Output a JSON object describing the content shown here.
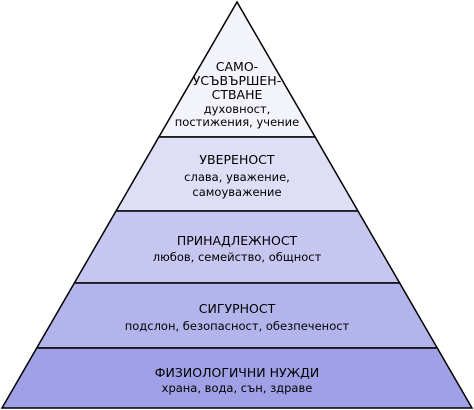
{
  "colors": {
    "tier1": "#f3f3fb",
    "tier2": "#dedef6",
    "tier3": "#c6c6f0",
    "tier4": "#b4b4ec",
    "tier5": "#a0a0e6",
    "stroke": "#000000"
  },
  "pyramid": {
    "tiers": [
      {
        "title_lines": [
          "САМО-",
          "УСЪВЪРШЕН-",
          "СТВАНЕ"
        ],
        "detail_lines": [
          "духовност,",
          "постижения, учение"
        ]
      },
      {
        "title_lines": [
          "УВЕРЕНОСТ"
        ],
        "detail_lines": [
          "слава, уважение,",
          "самоуважение"
        ]
      },
      {
        "title_lines": [
          "ПРИНАДЛЕЖНОСТ"
        ],
        "detail_lines": [
          "любов, семейство, общност"
        ]
      },
      {
        "title_lines": [
          "СИГУРНОСТ"
        ],
        "detail_lines": [
          "подслон, безопасност, обезпеченост"
        ]
      },
      {
        "title_lines": [
          "ФИЗИОЛОГИЧНИ НУЖДИ"
        ],
        "detail_lines": [
          "храна, вода, сън, здраве"
        ]
      }
    ]
  }
}
